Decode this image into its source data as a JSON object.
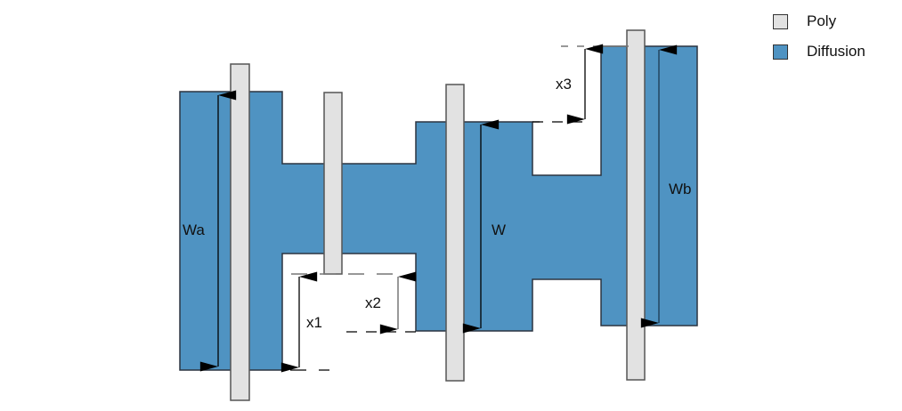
{
  "legend": {
    "items": [
      {
        "label": "Poly",
        "color": "#e2e2e2"
      },
      {
        "label": "Diffusion",
        "color": "#4f93c2"
      }
    ]
  },
  "colors": {
    "diffusion": "#4f93c2",
    "poly": "#e2e2e2",
    "outline": "#2b3440"
  },
  "labels": {
    "wa": "Wa",
    "w": "W",
    "wb": "Wb",
    "x1": "x1",
    "x2": "x2",
    "x3": "x3"
  }
}
